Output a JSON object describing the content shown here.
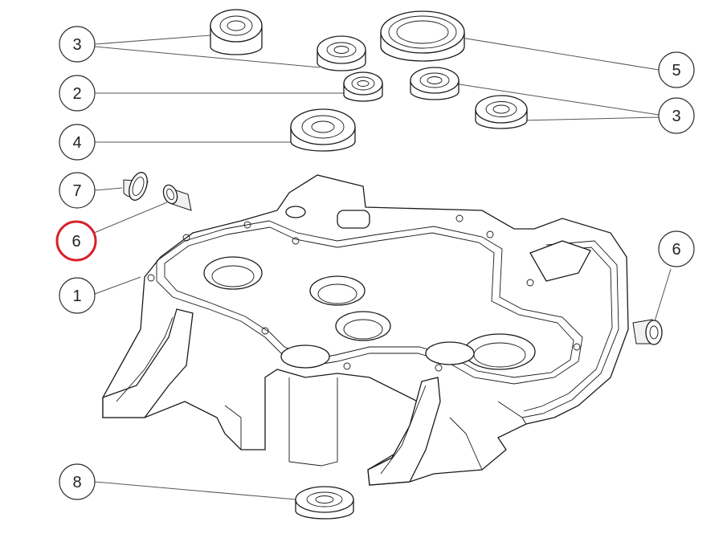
{
  "diagram": {
    "highlight_color": "#d9202a",
    "callouts": [
      {
        "id": "c3a",
        "label": "3"
      },
      {
        "id": "c2",
        "label": "2"
      },
      {
        "id": "c4",
        "label": "4"
      },
      {
        "id": "c7",
        "label": "7"
      },
      {
        "id": "c6a",
        "label": "6",
        "highlighted": true
      },
      {
        "id": "c1",
        "label": "1"
      },
      {
        "id": "c5",
        "label": "5"
      },
      {
        "id": "c3b",
        "label": "3"
      },
      {
        "id": "c6b",
        "label": "6"
      },
      {
        "id": "c8",
        "label": "8"
      }
    ]
  }
}
